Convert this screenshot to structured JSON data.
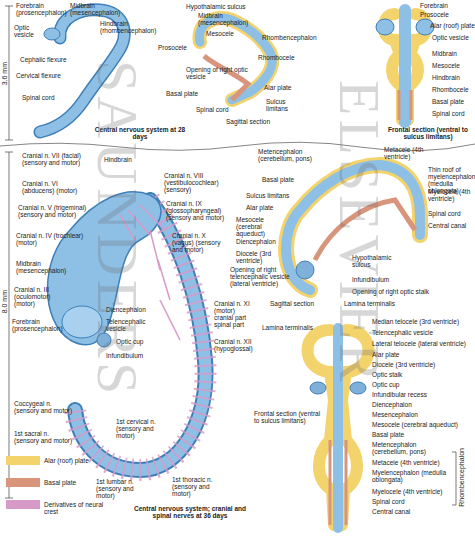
{
  "diagram": {
    "labels": [
      "Forebrain (prosencephalon)",
      "Midbrain (mesencephalon)",
      "Hindbrain (rhombencephalon)",
      "Optic vesicle",
      "Cephalic flexure",
      "Cervical flexure",
      "Spinal cord",
      "3.6 mm",
      "Central nervous system at 28 days",
      "Hypothalamic sulcus",
      "Midbrain (mesencephalon)",
      "Mesocele",
      "Prosocele",
      "Rhombencephalon",
      "Rhombocele",
      "Opening of right optic vesicle",
      "Basal plate",
      "Alar plate",
      "Spinal cord",
      "Sulcus limitans",
      "Sagittal section",
      "Forebrain",
      "Prosocele",
      "Alar (roof) plate",
      "Optic vesicle",
      "Midbrain",
      "Mesocele",
      "Hindbrain",
      "Rhombocele",
      "Basal plate",
      "Spinal cord",
      "Frontal section (ventral to sulcus limitans)",
      "Cranial n. VII (facial) (sensory and motor)",
      "Hindbrain",
      "Cranial n. VI (abducens) (motor)",
      "Cranial n. V (trigeminal) (sensory and motor)",
      "Cranial n. IV (trochlear) (motor)",
      "Midbrain (mesencephalon)",
      "Cranial n. III (oculomotor) (motor)",
      "Forebrain (prosencephalon)",
      "Diencephalon",
      "Telencephalic vesicle",
      "Optic cup",
      "Infundibulum",
      "Coccygeal n. (sensory and motor)",
      "1st sacral n. (sensory and motor)",
      "1st lumbar n. (sensory and motor)",
      "1st thoracic n. (sensory and motor)",
      "1st cervical n. (sensory and motor)",
      "Cranial n. XI (motor) cranial part spinal part",
      "Cranial n. XII (hypoglossal)",
      "Cranial n. VIII (vestibulocochlear) (sensory)",
      "Cranial n. IX (glossopharyngeal) (sensory and motor)",
      "Cranial n. X (vagus) (sensory and motor)",
      "Central nervous system; cranial and spinal nerves at 36 days",
      "8.0 mm",
      "Metencephalon (cerebellum, pons)",
      "Metacele (4th ventricle)",
      "Basal plate",
      "Thin roof of myelencephalon (medulla oblongata)",
      "Sulcus limitans",
      "Myelocele (4th ventricle)",
      "Alar plate",
      "Spinal cord",
      "Mesocele (cerebral aqueduct)",
      "Central canal",
      "Diencephalon",
      "Diocele (3rd ventricle)",
      "Hypothalamic sulcus",
      "Opening of right telencephalic vesicle (lateral ventricle)",
      "Infundibulum",
      "Opening of right optic stalk",
      "Sagittal section",
      "Lamina terminalis",
      "Lamina terminalis",
      "Median telocele (3rd ventricle)",
      "Telencephalic vesicle",
      "Lateral telocele (lateral ventricle)",
      "Alar plate",
      "Diocele (3rd ventricle)",
      "Optic stalk",
      "Optic cup",
      "Infundibular recess",
      "Diencephalon",
      "Mesencephalon",
      "Mesocele (cerebral aqueduct)",
      "Basal plate",
      "Metencephalon (cerebellum, pons)",
      "Metacele (4th ventricle)",
      "Myelencephalon (medulla oblongata)",
      "Myelocele (4th ventricle)",
      "Spinal cord",
      "Central canal",
      "Rhombencephalon",
      "Frontal section (ventral to sulcus limitans)",
      "SAUNDERS",
      "ELSEVIER"
    ],
    "legend": [
      {
        "text": "Alar (roof) plate",
        "color": "#f3d36b"
      },
      {
        "text": "Basal plate",
        "color": "#d8957c"
      },
      {
        "text": "Derivatives of neural crest",
        "color": "#d79ac8"
      }
    ]
  }
}
